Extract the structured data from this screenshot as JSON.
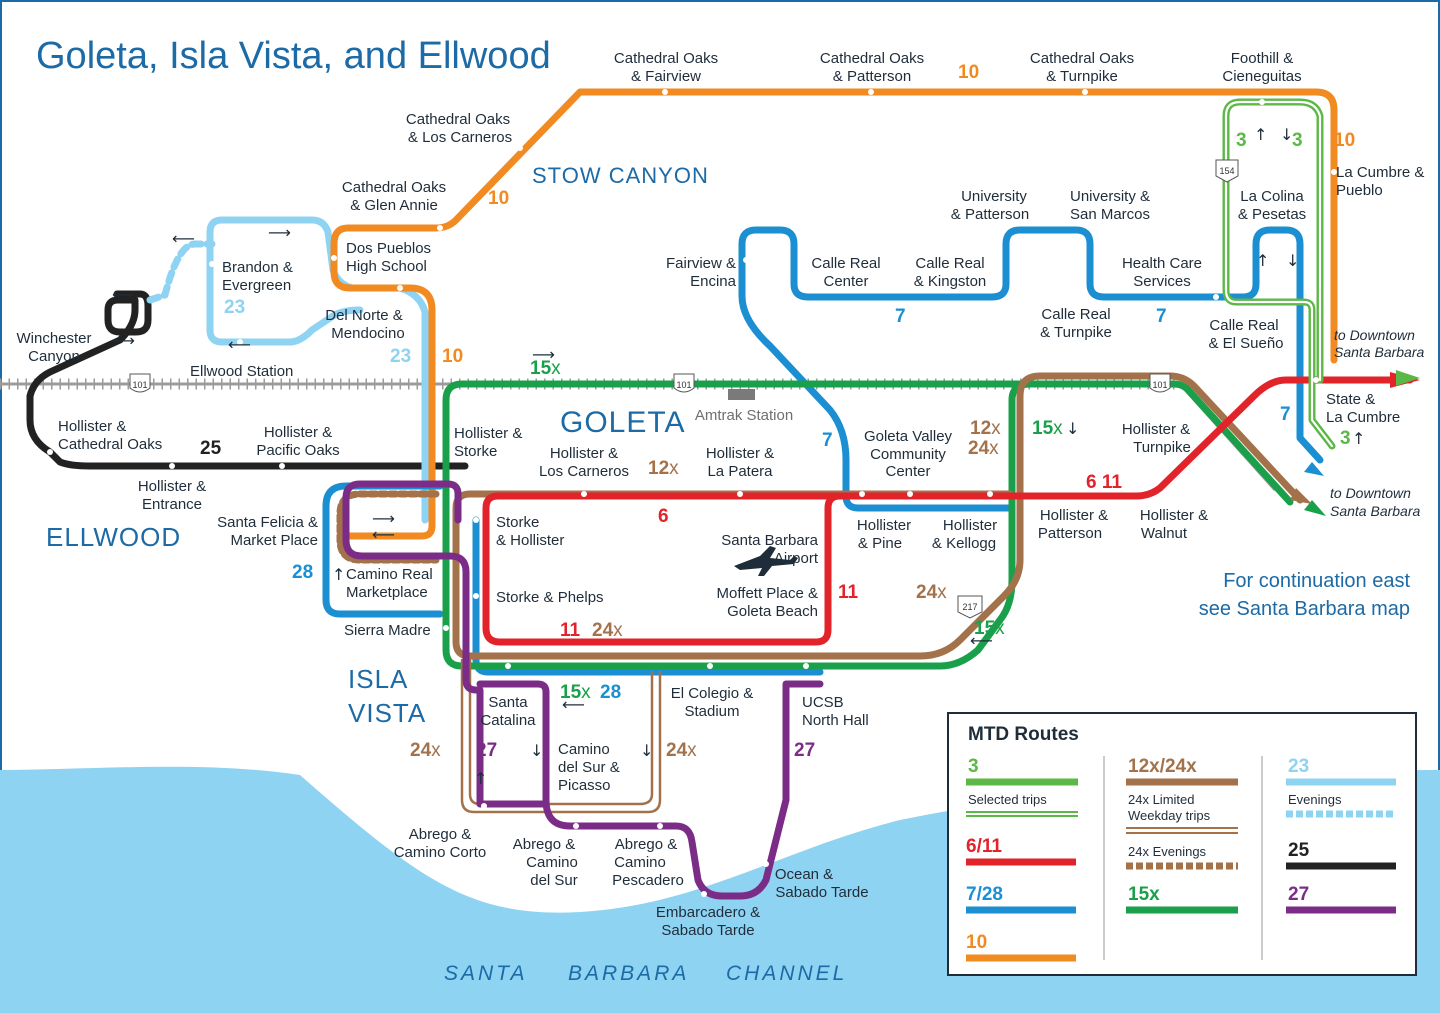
{
  "title": "Goleta, Isla Vista, and Ellwood",
  "areas": {
    "stow_canyon": "STOW CANYON",
    "goleta": "GOLETA",
    "ellwood": "ELLWOOD",
    "isla_vista_1": "ISLA",
    "isla_vista_2": "VISTA",
    "channel_1": "SANTA",
    "channel_2": "BARBARA",
    "channel_3": "CHANNEL"
  },
  "note": [
    "For continuation east",
    "see Santa Barbara map"
  ],
  "colors": {
    "r3": "#5cb846",
    "r611": "#e2232a",
    "r728": "#1b8fd2",
    "r10": "#f18a21",
    "r12": "#a3714a",
    "r15": "#1aa04a",
    "r23": "#8fd3f2",
    "r25": "#222222",
    "r27": "#7b2c87",
    "water": "#8fd3f2",
    "text_blue": "#1c6aa6"
  },
  "stops": [
    [
      "Cathedral Oaks",
      "& Fairview"
    ],
    [
      "Cathedral Oaks",
      "& Patterson"
    ],
    [
      "Cathedral Oaks",
      "& Turnpike"
    ],
    [
      "Foothill &",
      "Cieneguitas"
    ],
    [
      "Cathedral Oaks",
      "& Los Carneros"
    ],
    [
      "Cathedral Oaks",
      "& Glen Annie"
    ],
    [
      "Dos Pueblos",
      "High School"
    ],
    [
      "Brandon &",
      "Evergreen"
    ],
    [
      "Del Norte &",
      "Mendocino"
    ],
    [
      "Ellwood Station"
    ],
    [
      "Winchester",
      "Canyon"
    ],
    [
      "Hollister &",
      "Cathedral Oaks"
    ],
    [
      "Hollister &",
      "Pacific Oaks"
    ],
    [
      "Hollister &",
      "Entrance"
    ],
    [
      "Santa Felicia &",
      "Market Place"
    ],
    [
      "Camino Real",
      "Marketplace"
    ],
    [
      "Sierra Madre"
    ],
    [
      "Hollister &",
      "Storke"
    ],
    [
      "Storke",
      "& Hollister"
    ],
    [
      "Storke & Phelps"
    ],
    [
      "Hollister &",
      "Los Carneros"
    ],
    [
      "Hollister &",
      "La Patera"
    ],
    [
      "Santa Barbara",
      "Airport"
    ],
    [
      "Moffett Place &",
      "Goleta Beach"
    ],
    [
      "Fairview &",
      "Encina"
    ],
    [
      "Calle Real",
      "Center"
    ],
    [
      "Calle Real",
      "& Kingston"
    ],
    [
      "University",
      "& Patterson"
    ],
    [
      "University &",
      "San Marcos"
    ],
    [
      "Calle Real",
      "& Turnpike"
    ],
    [
      "Health Care",
      "Services"
    ],
    [
      "La Colina",
      "& Pesetas"
    ],
    [
      "Calle Real",
      "& El Sueño"
    ],
    [
      "La Cumbre &",
      "Pueblo"
    ],
    [
      "Goleta Valley",
      "Community",
      "Center"
    ],
    [
      "Hollister",
      "& Pine"
    ],
    [
      "Hollister",
      "& Kellogg"
    ],
    [
      "Hollister &",
      "Turnpike"
    ],
    [
      "Hollister &",
      "Patterson"
    ],
    [
      "Hollister &",
      "Walnut"
    ],
    [
      "State &",
      "La Cumbre"
    ],
    [
      "Santa",
      "Catalina"
    ],
    [
      "El Colegio &",
      "Stadium"
    ],
    [
      "UCSB",
      "North Hall"
    ],
    [
      "Camino",
      "del Sur &",
      "Picasso"
    ],
    [
      "Abrego &",
      "Camino Corto"
    ],
    [
      "Abrego &",
      "Camino",
      "del Sur"
    ],
    [
      "Abrego &",
      "Camino",
      "Pescadero"
    ],
    [
      "Ocean &",
      "Sabado Tarde"
    ],
    [
      "Embarcadero &",
      "Sabado Tarde"
    ]
  ],
  "amtrak": "Amtrak Station",
  "destinations": {
    "north": [
      "to Downtown",
      "Santa Barbara"
    ],
    "south": [
      "to Downtown",
      "Santa Barbara"
    ]
  },
  "route_labels": {
    "r10": "10",
    "r23": "23",
    "r25": "25",
    "r28": "28",
    "r7": "7",
    "r6": "6",
    "r11": "11",
    "r6_11": "6 11",
    "r3": "3",
    "r24": "24",
    "r12": "12",
    "r15": "15",
    "r27": "27",
    "x": "x"
  },
  "shields": {
    "hwy101": "101",
    "hwy154": "154",
    "hwy217": "217"
  },
  "legend": {
    "title": "MTD Routes",
    "col1": [
      {
        "label": "3",
        "sub": "Selected trips"
      },
      {
        "label": "6/11"
      },
      {
        "label": "7/28"
      },
      {
        "label": "10"
      }
    ],
    "col2": [
      {
        "label": "12x/24x",
        "sub1": "24x Limited",
        "sub2": "Weekday trips",
        "sub3": "24x Evenings"
      },
      {
        "label": "15x"
      }
    ],
    "col3": [
      {
        "label": "23",
        "sub": "Evenings"
      },
      {
        "label": "25"
      },
      {
        "label": "27"
      }
    ]
  }
}
